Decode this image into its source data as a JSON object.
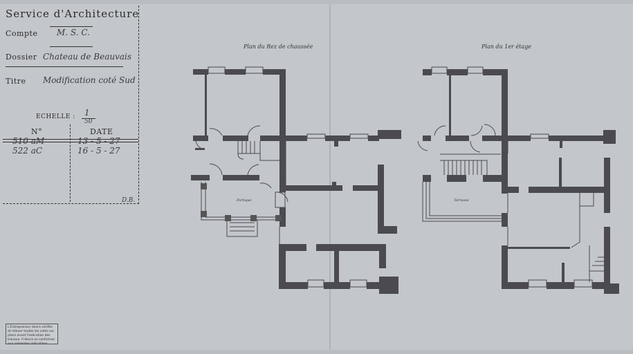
{
  "cartouche": {
    "service": "Service d'Architecture",
    "compte_label": "Compte",
    "compte_value": "M. S. C.",
    "dossier_label": "Dossier",
    "dossier_value": "Chateau de Beauvais",
    "titre_label": "Titre",
    "titre_value": "Modification coté Sud",
    "echelle_label": "ECHELLE :",
    "echelle_num": "1",
    "echelle_den": "50",
    "col_no": "N°",
    "col_date": "DATE",
    "rows": [
      {
        "no": "510 aM",
        "date": "13 - 5 - 27"
      },
      {
        "no": "522 aC",
        "date": "16 - 5 - 27"
      }
    ],
    "initials": "D.B."
  },
  "plans": [
    {
      "title": "Plan du Rez de chaussée",
      "room_label": "Portique"
    },
    {
      "title": "Plan du 1er étage",
      "room_label": "Terrasse"
    }
  ],
  "note": "L'Entrepreneur devra vérifier et relever toutes les cotes sur place avant l'exécution des travaux. Il devra se conformer aux présentes indications.",
  "colors": {
    "wall": "#4a4a50",
    "paper": "#c3c6ca",
    "ink": "#2b2b2e"
  }
}
